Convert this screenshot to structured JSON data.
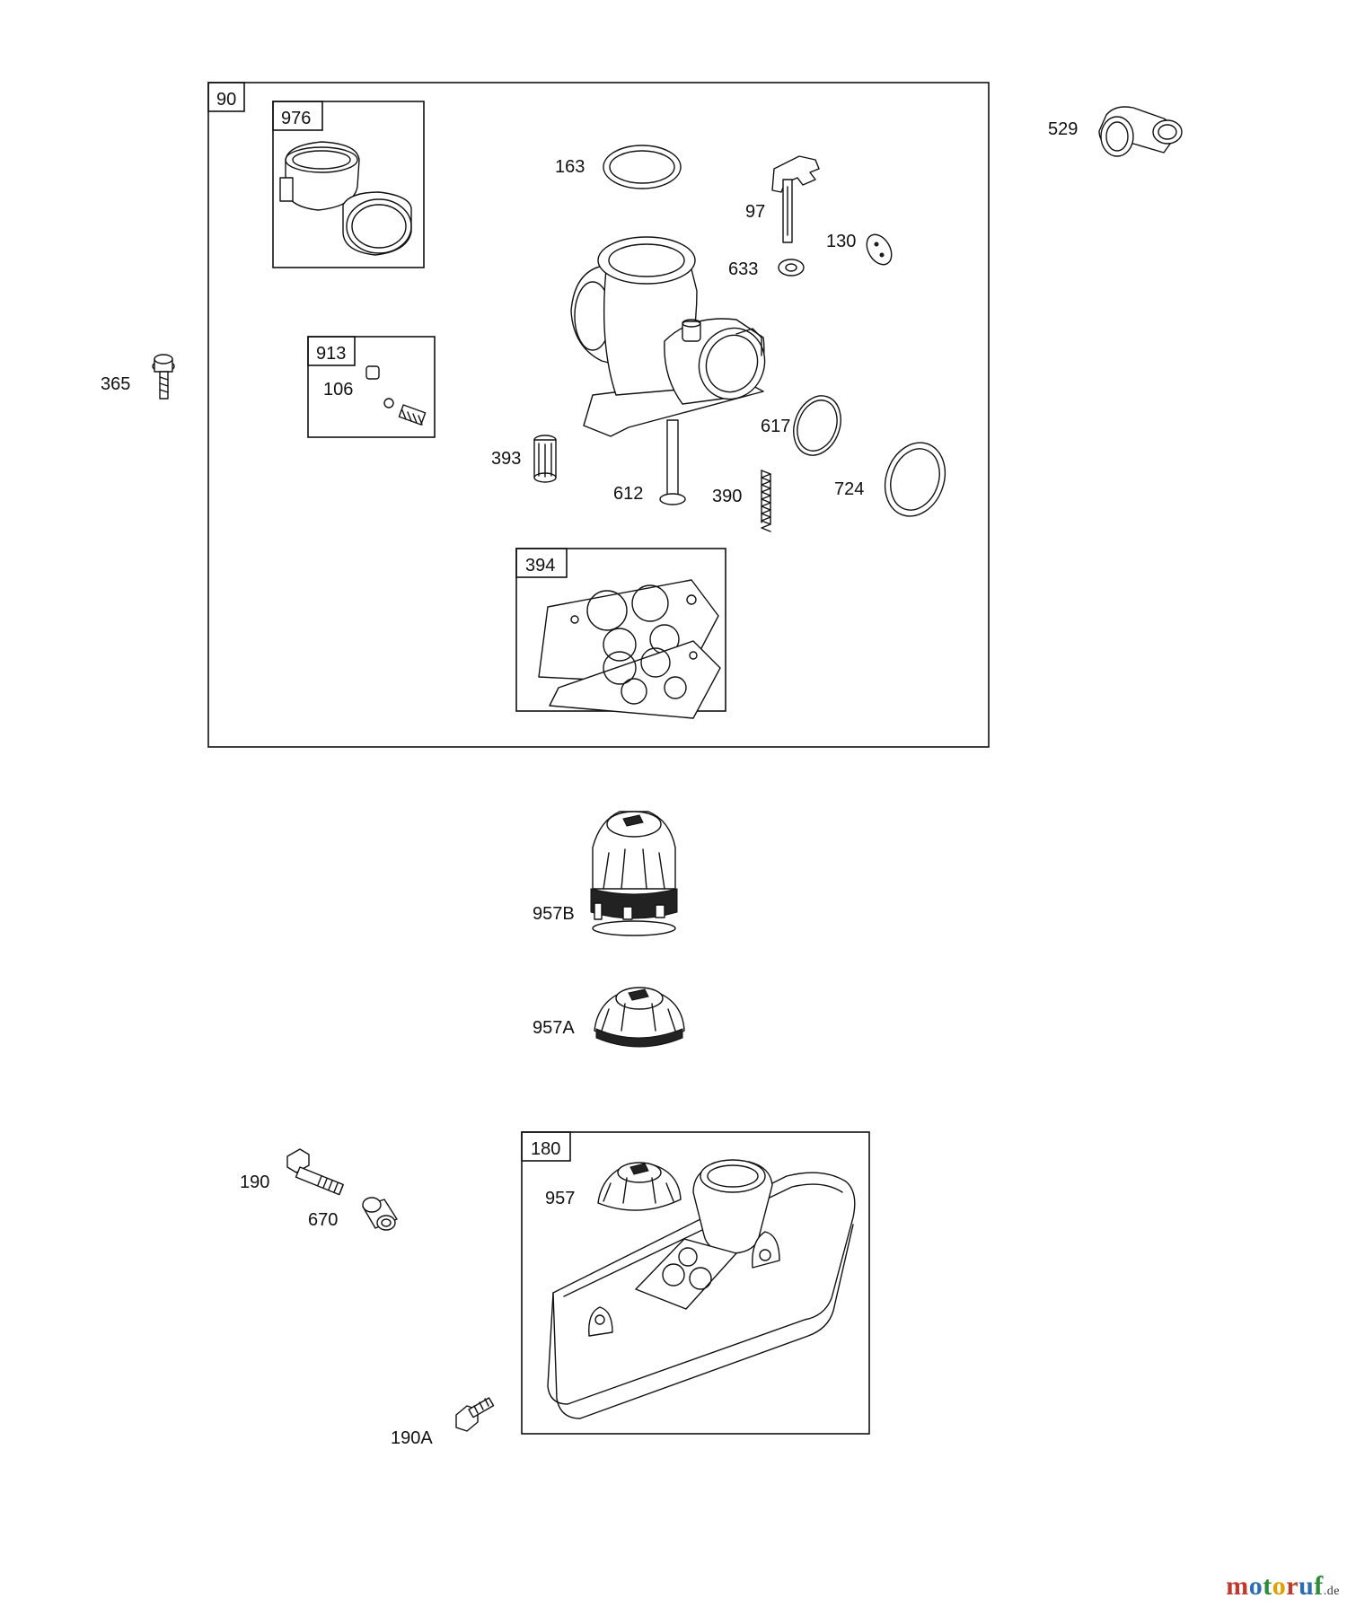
{
  "parts": {
    "p90": "90",
    "p976": "976",
    "p163": "163",
    "p97": "97",
    "p130": "130",
    "p633": "633",
    "p529": "529",
    "p365": "365",
    "p913": "913",
    "p106": "106",
    "p393": "393",
    "p617": "617",
    "p612": "612",
    "p390": "390",
    "p724": "724",
    "p394": "394",
    "p957B": "957B",
    "p957A": "957A",
    "p180": "180",
    "p957": "957",
    "p190": "190",
    "p670": "670",
    "p190A": "190A"
  },
  "watermark": {
    "letters": [
      "m",
      "o",
      "t",
      "o",
      "r",
      "u",
      "f"
    ],
    "suffix": ".de",
    "colors": [
      "#c0392b",
      "#2f6db3",
      "#2e8b3a",
      "#e0a100",
      "#c0392b",
      "#2f6db3",
      "#2e8b3a"
    ]
  }
}
